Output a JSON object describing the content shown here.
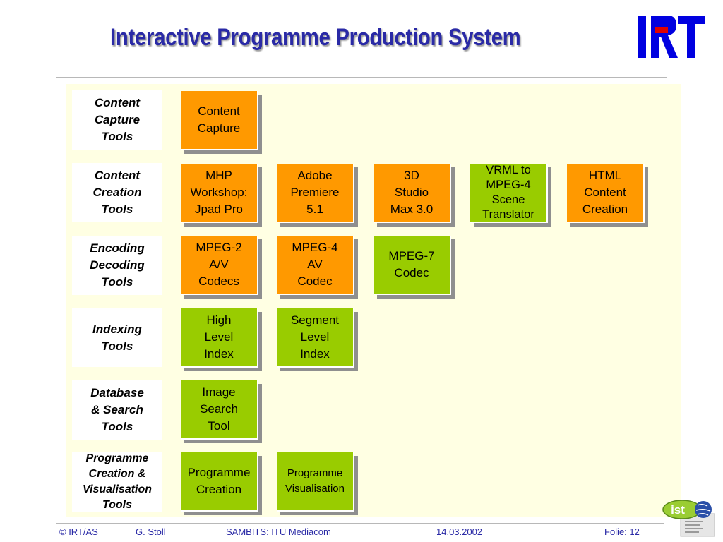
{
  "title": "Interactive Programme Production System",
  "logo": {
    "text": "IRT",
    "colors": {
      "blue": "#0000e0",
      "red": "#e00000"
    }
  },
  "rows": [
    {
      "label": "Content\nCapture\nTools"
    },
    {
      "label": "Content\nCreation\nTools"
    },
    {
      "label": "Encoding\nDecoding\nTools"
    },
    {
      "label": "Indexing\nTools"
    },
    {
      "label": "Database\n& Search\nTools"
    },
    {
      "label": "Programme\nCreation &\nVisualisation\nTools"
    }
  ],
  "boxes": {
    "content_capture": {
      "text": "Content\nCapture",
      "color": "orange"
    },
    "mhp_workshop": {
      "text": "MHP\nWorkshop:\nJpad Pro",
      "color": "orange"
    },
    "adobe_premiere": {
      "text": "Adobe\nPremiere\n5.1",
      "color": "orange"
    },
    "studio_max": {
      "text": "3D\nStudio\nMax 3.0",
      "color": "orange"
    },
    "vrml_translator": {
      "text": "VRML to\nMPEG-4\nScene\nTranslator",
      "color": "green"
    },
    "html_content": {
      "text": "HTML\nContent\nCreation",
      "color": "orange"
    },
    "mpeg2_codecs": {
      "text": "MPEG-2\nA/V\nCodecs",
      "color": "orange"
    },
    "mpeg4_codec": {
      "text": "MPEG-4\nAV\nCodec",
      "color": "orange"
    },
    "mpeg7_codec": {
      "text": "MPEG-7\nCodec",
      "color": "green"
    },
    "high_level_index": {
      "text": "High\nLevel\nIndex",
      "color": "green"
    },
    "segment_level_index": {
      "text": "Segment\nLevel\nIndex",
      "color": "green"
    },
    "image_search_tool": {
      "text": "Image\nSearch\nTool",
      "color": "green"
    },
    "programme_creation": {
      "text": "Programme\nCreation",
      "color": "green"
    },
    "programme_visualisation": {
      "text": "Programme\nVisualisation",
      "color": "green"
    }
  },
  "colors": {
    "orange": "#ff9900",
    "green": "#99cc00",
    "panel": "#ffffe3",
    "title": "#2a2aa6"
  },
  "footer": {
    "copyright": "© IRT/AS",
    "author": "G.  Stoll",
    "event": "SAMBITS: ITU Mediacom",
    "date": "14.03.2002",
    "slide": "Folie:  12"
  },
  "ist_logo": {
    "text": "ist"
  }
}
